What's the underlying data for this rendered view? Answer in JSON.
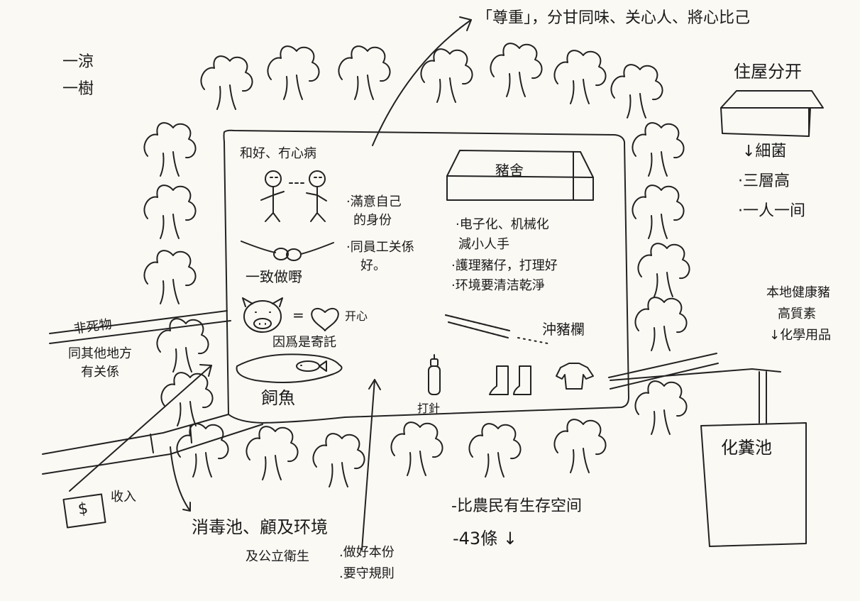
{
  "corner_notes": {
    "line1": "一涼",
    "line2": "一樹"
  },
  "top_note": "「尊重」，分甘同味、关心人、將心比己",
  "housing": {
    "title": "住屋分开",
    "item1": "↓細菌",
    "item2": "·三層高",
    "item3": "·一人一间"
  },
  "left_notes": {
    "not_dead": "非死物",
    "relation_line1": "同其他地方",
    "relation_line2": "有关係"
  },
  "inside": {
    "harmony": "和好、冇心病",
    "satisfied_line1": "·滿意自己",
    "satisfied_line2": "的身份",
    "colleague_line1": "·同員工关係",
    "colleague_line2": "好。",
    "unity": "一致做嘢",
    "equals": "=",
    "happy": "开心",
    "because": "因爲是寄託",
    "feed_fish": "飼魚",
    "pigsty": "豬舍",
    "automation_line1": "·电子化、机械化",
    "automation_line2": "減小人手",
    "care": "·護理豬仔，打理好",
    "clean": "·环境要清洁乾淨",
    "wash_pen": "沖豬欄",
    "injection": "打針"
  },
  "right_notes": {
    "line1": "本地健康豬",
    "line2": "高質素",
    "line3": "↓化學用品"
  },
  "septic": "化糞池",
  "income": {
    "symbol": "$",
    "label": "收入"
  },
  "bottom_notes": {
    "disinfect": "消毒池、顧及环境",
    "hygiene": "及公立衛生",
    "duty": ".做好本份",
    "rules": ".要守規則",
    "space": "-比農民有生存空间",
    "law": "-43條 ↓"
  }
}
